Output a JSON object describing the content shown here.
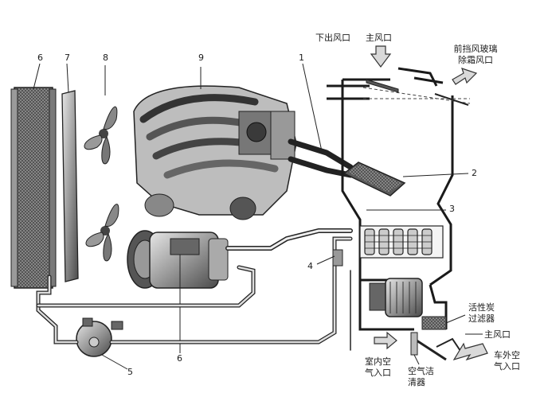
{
  "callouts": {
    "n1": "1",
    "n2": "2",
    "n3": "3",
    "n4": "4",
    "n5": "5",
    "n6_top": "6",
    "n6_bottom": "6",
    "n7": "7",
    "n8": "8",
    "n9": "9"
  },
  "labels": {
    "lower_outlet": "下出风口",
    "main_outlet_top": "主风口",
    "windshield_line1": "前挡风玻璃",
    "windshield_line2": "除霜风口",
    "carbon_line1": "活性炭",
    "carbon_line2": "过滤器",
    "main_outlet_bottom": "主风口",
    "outside_line1": "车外空",
    "outside_line2": "气入口",
    "inside_line1": "室内空",
    "inside_line2": "气入口",
    "cleaner_line1": "空气洁",
    "cleaner_line2": "清器"
  },
  "colors": {
    "line": "#222222",
    "metal_dark": "#3a3a3a",
    "metal_mid": "#8a8a8a",
    "metal_light": "#c8c8c8",
    "arrow_fill": "#d9d9d9"
  }
}
